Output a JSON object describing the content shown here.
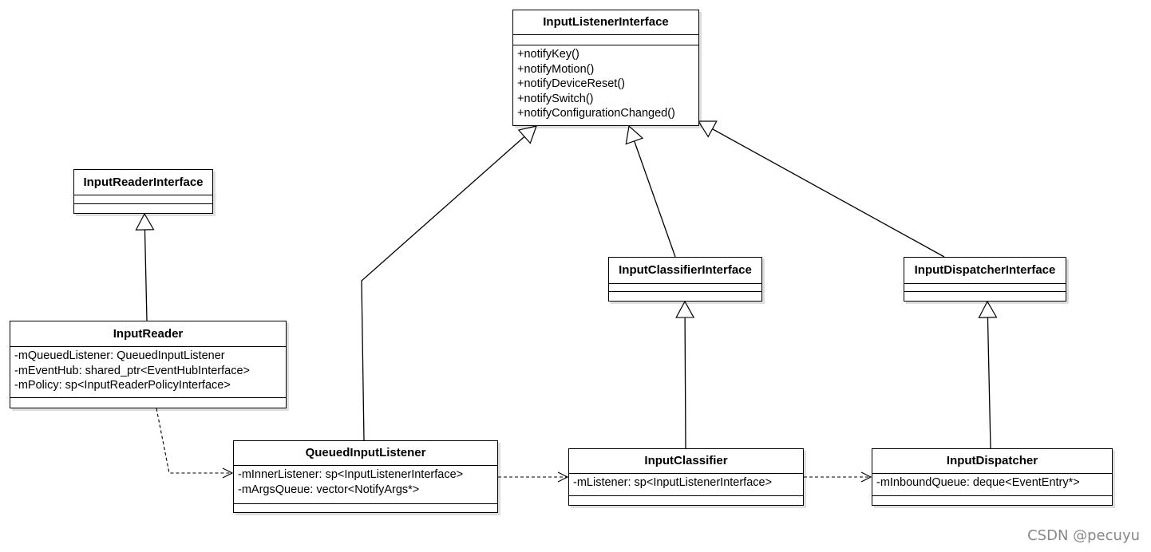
{
  "classes": {
    "input_listener_interface": {
      "name": "InputListenerInterface",
      "attributes": [],
      "operations": [
        "+notifyKey()",
        "+notifyMotion()",
        "+notifyDeviceReset()",
        "+notifySwitch()",
        "+notifyConfigurationChanged()"
      ]
    },
    "input_reader_interface": {
      "name": "InputReaderInterface",
      "attributes": [],
      "operations": []
    },
    "input_reader": {
      "name": "InputReader",
      "attributes": [
        "-mQueuedListener: QueuedInputListener",
        "-mEventHub: shared_ptr<EventHubInterface>",
        "-mPolicy: sp<InputReaderPolicyInterface>"
      ],
      "operations": []
    },
    "input_classifier_interface": {
      "name": "InputClassifierInterface",
      "attributes": [],
      "operations": []
    },
    "input_dispatcher_interface": {
      "name": "InputDispatcherInterface",
      "attributes": [],
      "operations": []
    },
    "queued_input_listener": {
      "name": "QueuedInputListener",
      "attributes": [
        "-mInnerListener: sp<InputListenerInterface>",
        "-mArgsQueue: vector<NotifyArgs*>"
      ],
      "operations": []
    },
    "input_classifier": {
      "name": "InputClassifier",
      "attributes": [
        "-mListener: sp<InputListenerInterface>"
      ],
      "operations": []
    },
    "input_dispatcher": {
      "name": "InputDispatcher",
      "attributes": [
        "-mInboundQueue: deque<EventEntry*>"
      ],
      "operations": []
    }
  },
  "relations": [
    {
      "kind": "realization",
      "from": "input_reader",
      "to": "input_reader_interface"
    },
    {
      "kind": "realization",
      "from": "queued_input_listener",
      "to": "input_listener_interface"
    },
    {
      "kind": "realization",
      "from": "input_classifier_interface",
      "to": "input_listener_interface"
    },
    {
      "kind": "realization",
      "from": "input_dispatcher_interface",
      "to": "input_listener_interface"
    },
    {
      "kind": "realization",
      "from": "input_classifier",
      "to": "input_classifier_interface"
    },
    {
      "kind": "realization",
      "from": "input_dispatcher",
      "to": "input_dispatcher_interface"
    },
    {
      "kind": "dependency",
      "from": "input_reader",
      "to": "queued_input_listener"
    },
    {
      "kind": "dependency",
      "from": "queued_input_listener",
      "to": "input_classifier"
    },
    {
      "kind": "dependency",
      "from": "input_classifier",
      "to": "input_dispatcher"
    }
  ],
  "watermark": "CSDN @pecuyu"
}
